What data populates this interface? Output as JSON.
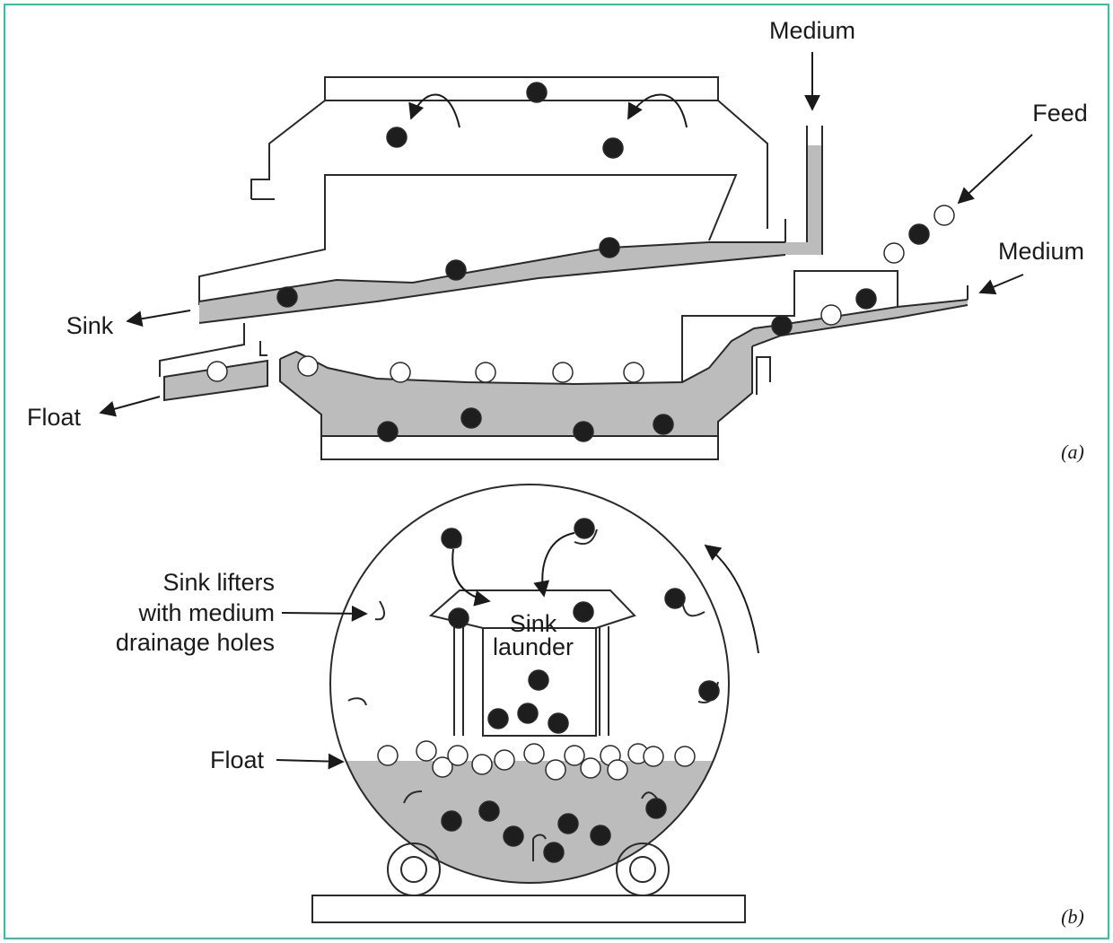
{
  "colors": {
    "border": "#27c7a8",
    "medium": "#bcbcbc",
    "line": "#2a2a2a",
    "sink_particle": "#1e1e1e",
    "float_particle": "#ffffff"
  },
  "labels": {
    "medium_top": "Medium",
    "feed": "Feed",
    "medium_right": "Medium",
    "sink": "Sink",
    "float_a": "Float",
    "caption_a": "(a)",
    "sink_lifters_line1": "Sink lifters",
    "sink_lifters_line2": "with medium",
    "sink_lifters_line3": "drainage holes",
    "sink_launder_line1": "Sink",
    "sink_launder_line2": "launder",
    "float_b": "Float",
    "caption_b": "(b)"
  }
}
